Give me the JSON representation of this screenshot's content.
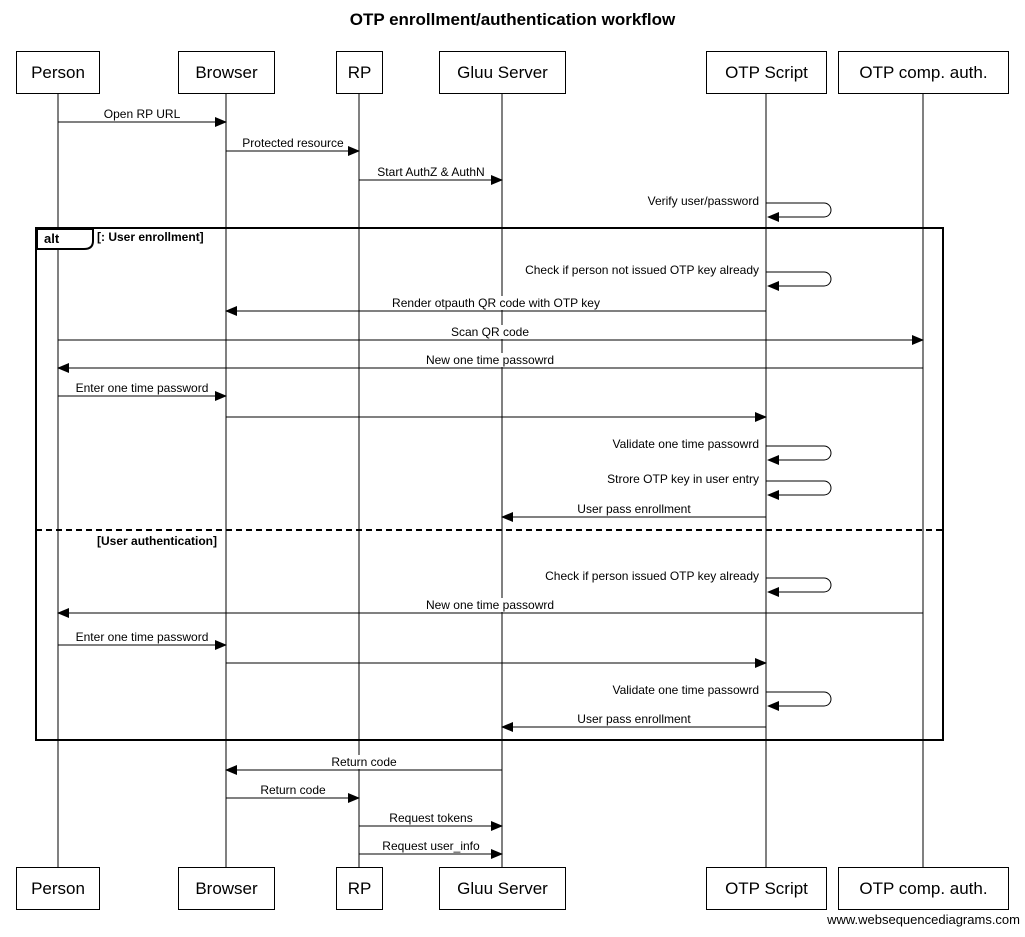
{
  "title": "OTP enrollment/authentication workflow",
  "watermark": "www.websequencediagrams.com",
  "actors": [
    {
      "name": "Person"
    },
    {
      "name": "Browser"
    },
    {
      "name": "RP"
    },
    {
      "name": "Gluu Server"
    },
    {
      "name": "OTP Script"
    },
    {
      "name": "OTP comp. auth."
    }
  ],
  "alt_block": {
    "operator": "alt",
    "sections": [
      {
        "condition": "[: User enrollment]"
      },
      {
        "condition": "[User authentication]"
      }
    ]
  },
  "messages": [
    {
      "label": "Open RP URL",
      "from": "Person",
      "to": "Browser",
      "self": false
    },
    {
      "label": "Protected resource",
      "from": "Browser",
      "to": "RP",
      "self": false
    },
    {
      "label": "Start AuthZ & AuthN",
      "from": "RP",
      "to": "Gluu Server",
      "self": false
    },
    {
      "label": "Verify user/password",
      "from": "OTP Script",
      "to": "OTP Script",
      "self": true
    },
    {
      "label": "Check if person not issued OTP key already",
      "from": "OTP Script",
      "to": "OTP Script",
      "self": true
    },
    {
      "label": "Render otpauth QR code with OTP key",
      "from": "OTP Script",
      "to": "Browser",
      "self": false
    },
    {
      "label": "Scan QR code",
      "from": "Person",
      "to": "OTP comp. auth.",
      "self": false
    },
    {
      "label": "New one time passowrd",
      "from": "OTP comp. auth.",
      "to": "Person",
      "self": false
    },
    {
      "label": "Enter one time password",
      "from": "Person",
      "to": "Browser",
      "self": false
    },
    {
      "label": "",
      "from": "Browser",
      "to": "OTP Script",
      "self": false
    },
    {
      "label": "Validate one time passowrd",
      "from": "OTP Script",
      "to": "OTP Script",
      "self": true
    },
    {
      "label": "Strore OTP key in user entry",
      "from": "OTP Script",
      "to": "OTP Script",
      "self": true
    },
    {
      "label": "User pass enrollment",
      "from": "OTP Script",
      "to": "Gluu Server",
      "self": false
    },
    {
      "label": "Check if person issued OTP key already",
      "from": "OTP Script",
      "to": "OTP Script",
      "self": true
    },
    {
      "label": "New one time passowrd",
      "from": "OTP comp. auth.",
      "to": "Person",
      "self": false
    },
    {
      "label": "Enter one time password",
      "from": "Person",
      "to": "Browser",
      "self": false
    },
    {
      "label": "",
      "from": "Browser",
      "to": "OTP Script",
      "self": false
    },
    {
      "label": "Validate one time passowrd",
      "from": "OTP Script",
      "to": "OTP Script",
      "self": true
    },
    {
      "label": "User pass enrollment",
      "from": "OTP Script",
      "to": "Gluu Server",
      "self": false
    },
    {
      "label": "Return code",
      "from": "Gluu Server",
      "to": "Browser",
      "self": false
    },
    {
      "label": "Return code",
      "from": "Browser",
      "to": "RP",
      "self": false
    },
    {
      "label": "Request tokens",
      "from": "RP",
      "to": "Gluu Server",
      "self": false
    },
    {
      "label": "Request user_info",
      "from": "RP",
      "to": "Gluu Server",
      "self": false
    }
  ]
}
